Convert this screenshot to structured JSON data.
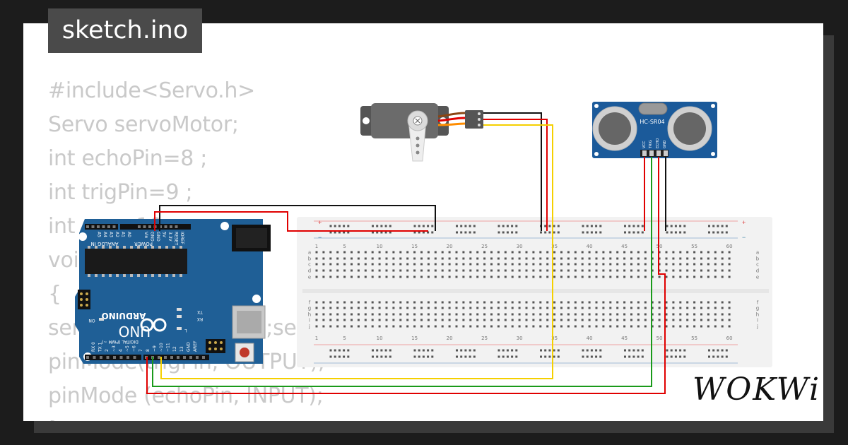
{
  "file_tab": {
    "label": "sketch.ino"
  },
  "code_lines": [
    "#include<Servo.h>",
    "Servo servoMotor;",
    "int echoPin=8 ;",
    "int trigPin=9 ;",
    "int pos=10 ;",
    "void setup()",
    "{",
    "servoMotor.attach(7);servo",
    "pinMode(trigPin, OUTPUT);",
    "pinMode (echoPin, INPUT);",
    "}"
  ],
  "arduino": {
    "brand": "ARDUINO",
    "model": "UNO",
    "digital_label": "DIGITAL (PWM ~)",
    "power_label": "POWER",
    "analog_label": "ANALOG IN",
    "on_label": "ON",
    "tx_label": "TX",
    "rx_label": "RX",
    "l_label": "L",
    "power_pins": [
      "IOREF",
      "RESET",
      "3.3V",
      "5V",
      "GND",
      "GND",
      "Vin"
    ],
    "analog_pins": [
      "A0",
      "A1",
      "A2",
      "A3",
      "A4",
      "A5"
    ],
    "digital_pins": [
      "AREF",
      "GND",
      "13",
      "12",
      "~11",
      "~10",
      "~9",
      "8",
      "7",
      "~6",
      "~5",
      "4",
      "~3",
      "2",
      "TX 1",
      "RX 0"
    ]
  },
  "sensor": {
    "model": "HC-SR04",
    "pins": [
      "VCC",
      "TRIG",
      "ECHO",
      "GND"
    ]
  },
  "breadboard": {
    "column_numbers": [
      "1",
      "5",
      "10",
      "15",
      "20",
      "25",
      "30",
      "35",
      "40",
      "45",
      "50",
      "55",
      "60"
    ],
    "row_letters_top": [
      "a",
      "b",
      "c",
      "d",
      "e"
    ],
    "row_letters_bottom": [
      "f",
      "g",
      "h",
      "i",
      "j"
    ]
  },
  "wire_colors": {
    "signal": "#f5d000",
    "power": "#e00000",
    "ground": "#111111",
    "trig": "#1a9a1a",
    "servo_brown": "#8b4513",
    "servo_orange": "#ff8c00"
  },
  "logo": {
    "text": "WOKWi"
  }
}
